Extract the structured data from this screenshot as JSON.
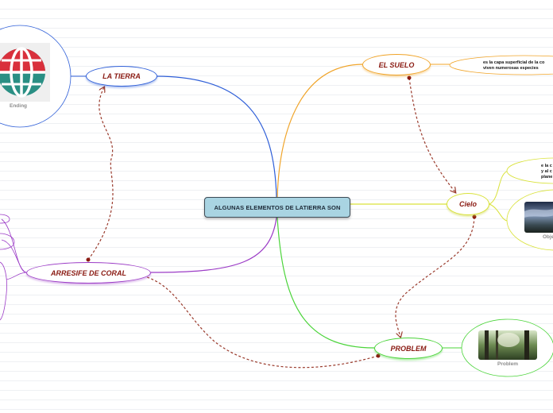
{
  "central": {
    "label": "ALGUNAS ELEMENTOS DE LATIERRA SON"
  },
  "topics": {
    "la_tierra": "LA TIERRA",
    "el_suelo": "EL SUELO",
    "cielo": "Cielo",
    "arresife": "ARRESIFE DE CORAL",
    "problem": "PROBLEM"
  },
  "notes": {
    "suelo_line1": "es la capa superficial de la co",
    "suelo_line2": "viven numerosas especies",
    "cielo_line1": "e la c",
    "cielo_line2": "y al c",
    "cielo_line3": "plane"
  },
  "images": {
    "ending_caption": "Ending",
    "cielo_caption": "Obje",
    "problem_caption": "Problem"
  },
  "icons": {
    "ending": "globe-icon"
  },
  "colors": {
    "tierra_branch": "#2f5fd8",
    "suelo_branch": "#f0a429",
    "cielo_branch": "#d9e23a",
    "arresife_branch": "#9b3bc6",
    "problem_branch": "#4bd43a",
    "relationship": "#9a3a2c",
    "topic_text": "#8a1a12",
    "central_fill": "#a9d4e2"
  }
}
